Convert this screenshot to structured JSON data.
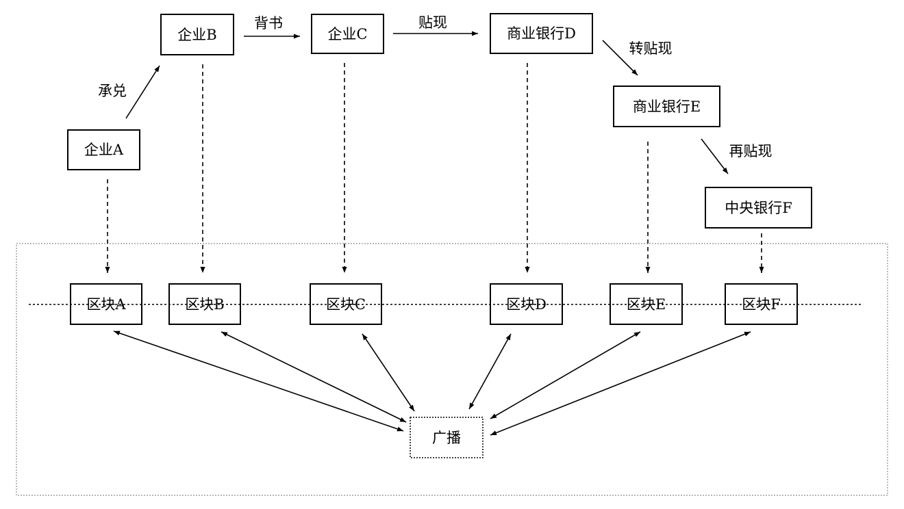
{
  "enterprises": {
    "a": "企业A",
    "b": "企业B",
    "c": "企业C",
    "d": "商业银行D",
    "e": "商业银行E",
    "f": "中央银行F"
  },
  "edges": {
    "accept": "承兑",
    "endorse": "背书",
    "discount": "贴现",
    "rediscount_transfer": "转贴现",
    "rediscount": "再贴现"
  },
  "blocks": {
    "a": "区块A",
    "b": "区块B",
    "c": "区块C",
    "d": "区块D",
    "e": "区块E",
    "f": "区块F"
  },
  "broadcast": "广播"
}
